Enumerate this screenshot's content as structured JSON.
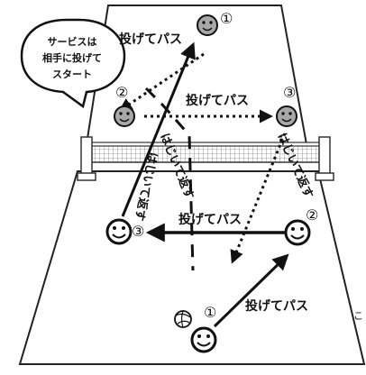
{
  "speech_bubble": {
    "lines": [
      "サービスは",
      "相手に投げて",
      "スタート"
    ]
  },
  "labels": {
    "toss_pass": "投げてパス",
    "hit_pass": "はじいて返す"
  },
  "players": [
    {
      "id": "back-1",
      "number": "①",
      "team": "back"
    },
    {
      "id": "back-2",
      "number": "②",
      "team": "back"
    },
    {
      "id": "back-3",
      "number": "③",
      "team": "back"
    },
    {
      "id": "front-1",
      "number": "①",
      "team": "front"
    },
    {
      "id": "front-2",
      "number": "②",
      "team": "front"
    },
    {
      "id": "front-3",
      "number": "③",
      "team": "front"
    }
  ],
  "edge_text": "こ",
  "colors": {
    "court_fill": "#ffffff",
    "court_stroke": "#222222",
    "back_player_fill": "#a8a8a8",
    "front_player_fill": "#ffffff",
    "arrow": "#111111"
  }
}
